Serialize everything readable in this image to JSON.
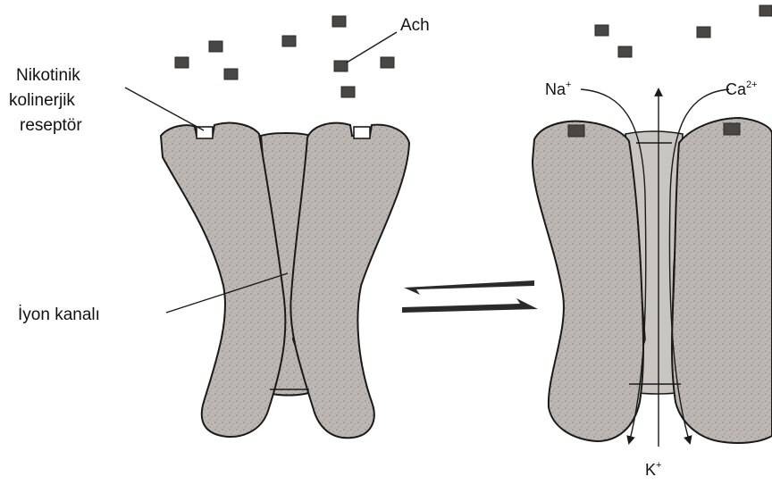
{
  "labels": {
    "ach": "Ach",
    "receptor_line1": "Nikotinik",
    "receptor_line2": "kolinerjik",
    "receptor_line3": "reseptör",
    "ion_channel": "İyon kanalı",
    "sodium": "Na",
    "sodium_charge": "+",
    "calcium": "Ca",
    "calcium_charge": "2+",
    "potassium": "K",
    "potassium_charge": "+"
  },
  "colors": {
    "outline": "#1a1a1a",
    "subunit_fill": "#b7b2ad",
    "ach_molecule": "#4a4644"
  }
}
